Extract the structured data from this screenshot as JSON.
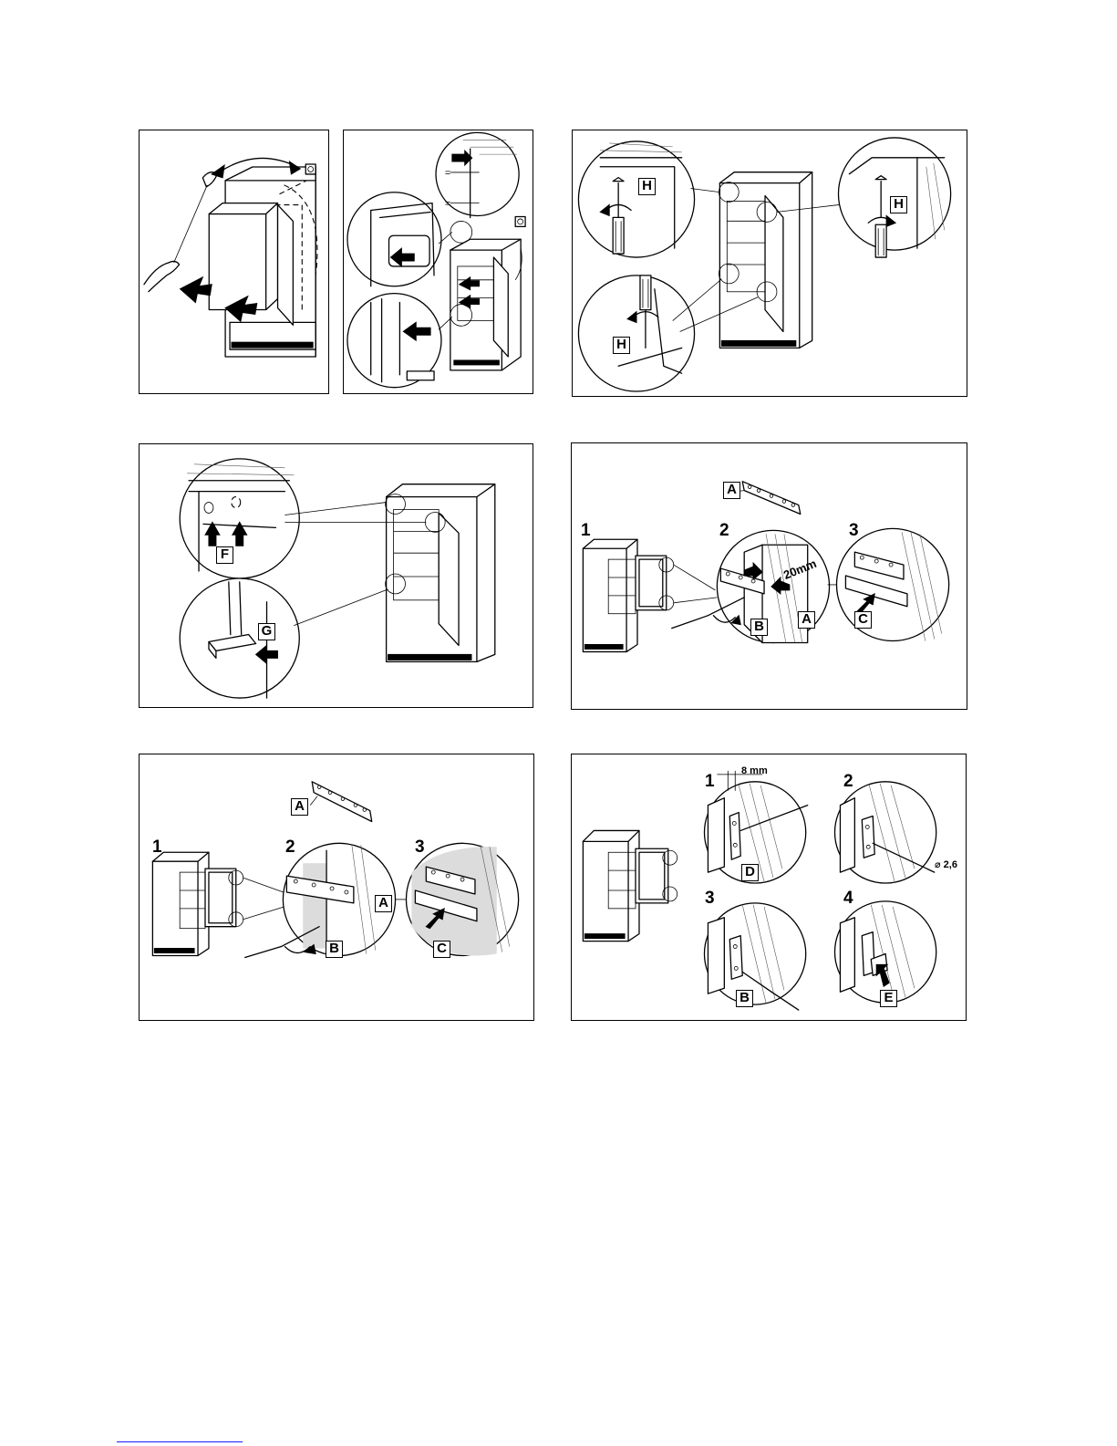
{
  "panels": {
    "p1": {},
    "p2": {},
    "p3": {
      "labels": [
        "H",
        "H",
        "H"
      ]
    },
    "p4": {
      "labels": [
        "F",
        "G"
      ]
    },
    "p5": {
      "steps": [
        "1",
        "2",
        "3"
      ],
      "labels": [
        "A",
        "B",
        "A",
        "C"
      ],
      "dimension": "20mm"
    },
    "p6": {
      "steps": [
        "1",
        "2",
        "3"
      ],
      "labels": [
        "A",
        "A",
        "B",
        "C"
      ]
    },
    "p7": {
      "steps": [
        "1",
        "2",
        "3",
        "4"
      ],
      "labels": [
        "D",
        "B",
        "E"
      ],
      "dimension": "8 mm",
      "drill": "⌀ 2,6"
    }
  },
  "icons": [
    "socket-icon",
    "arrow-icon",
    "screwdriver-icon",
    "rotation-arrow-icon",
    "hand-icon"
  ]
}
